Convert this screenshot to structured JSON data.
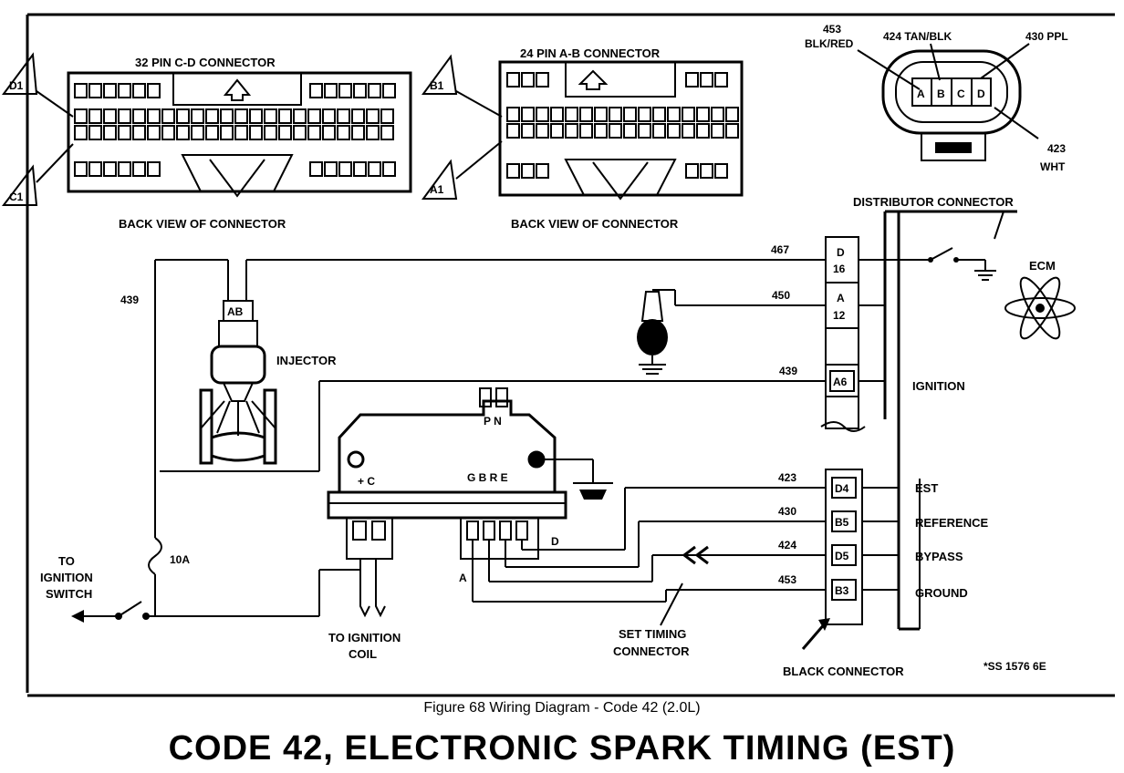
{
  "labels": {
    "cd_connector_title": "32 PIN C-D CONNECTOR",
    "ab_connector_title": "24 PIN A-B CONNECTOR",
    "back_view_1": "BACK VIEW OF CONNECTOR",
    "back_view_2": "BACK VIEW OF CONNECTOR",
    "tri_d1": "D1",
    "tri_c1": "C1",
    "tri_b1": "B1",
    "tri_a1": "A1",
    "dist_453": "453",
    "dist_blkred": "BLK/RED",
    "dist_424": "424 TAN/BLK",
    "dist_430": "430 PPL",
    "dist_423": "423",
    "dist_wht": "WHT",
    "dist_pin_a": "A",
    "dist_pin_b": "B",
    "dist_pin_c": "C",
    "dist_pin_d": "D",
    "distributor_connector": "DISTRIBUTOR CONNECTOR",
    "ecm": "ECM",
    "injector": "INJECTOR",
    "ignition": "IGNITION",
    "est": "EST",
    "reference": "REFERENCE",
    "bypass": "BYPASS",
    "ground": "GROUND",
    "black_connector": "BLACK CONNECTOR",
    "to_ignition_coil_1": "TO IGNITION",
    "to_ignition_coil_2": "COIL",
    "to_ignition_switch_1": "TO",
    "to_ignition_switch_2": "IGNITION",
    "to_ignition_switch_3": "SWITCH",
    "set_timing_1": "SET TIMING",
    "set_timing_2": "CONNECTOR",
    "fuse": "10A",
    "module_pn": "P N",
    "module_c": "+ C",
    "module_gbre": "G B R E",
    "module_a": "A",
    "module_d": "D",
    "injector_pins": "AB",
    "ref_code": "*SS 1576 6E"
  },
  "wires": {
    "w467": "467",
    "w450": "450",
    "w439_top": "439",
    "w439_left": "439",
    "w423": "423",
    "w430": "430",
    "w424": "424",
    "w453": "453"
  },
  "ecm_pins": {
    "d16_a": "D",
    "d16_b": "16",
    "a12_a": "A",
    "a12_b": "12",
    "a6": "A6",
    "d4": "D4",
    "b5": "B5",
    "d5": "D5",
    "b3": "B3"
  },
  "caption": "Figure 68 Wiring Diagram - Code 42 (2.0L)",
  "title": "CODE 42, ELECTRONIC SPARK TIMING (EST)"
}
